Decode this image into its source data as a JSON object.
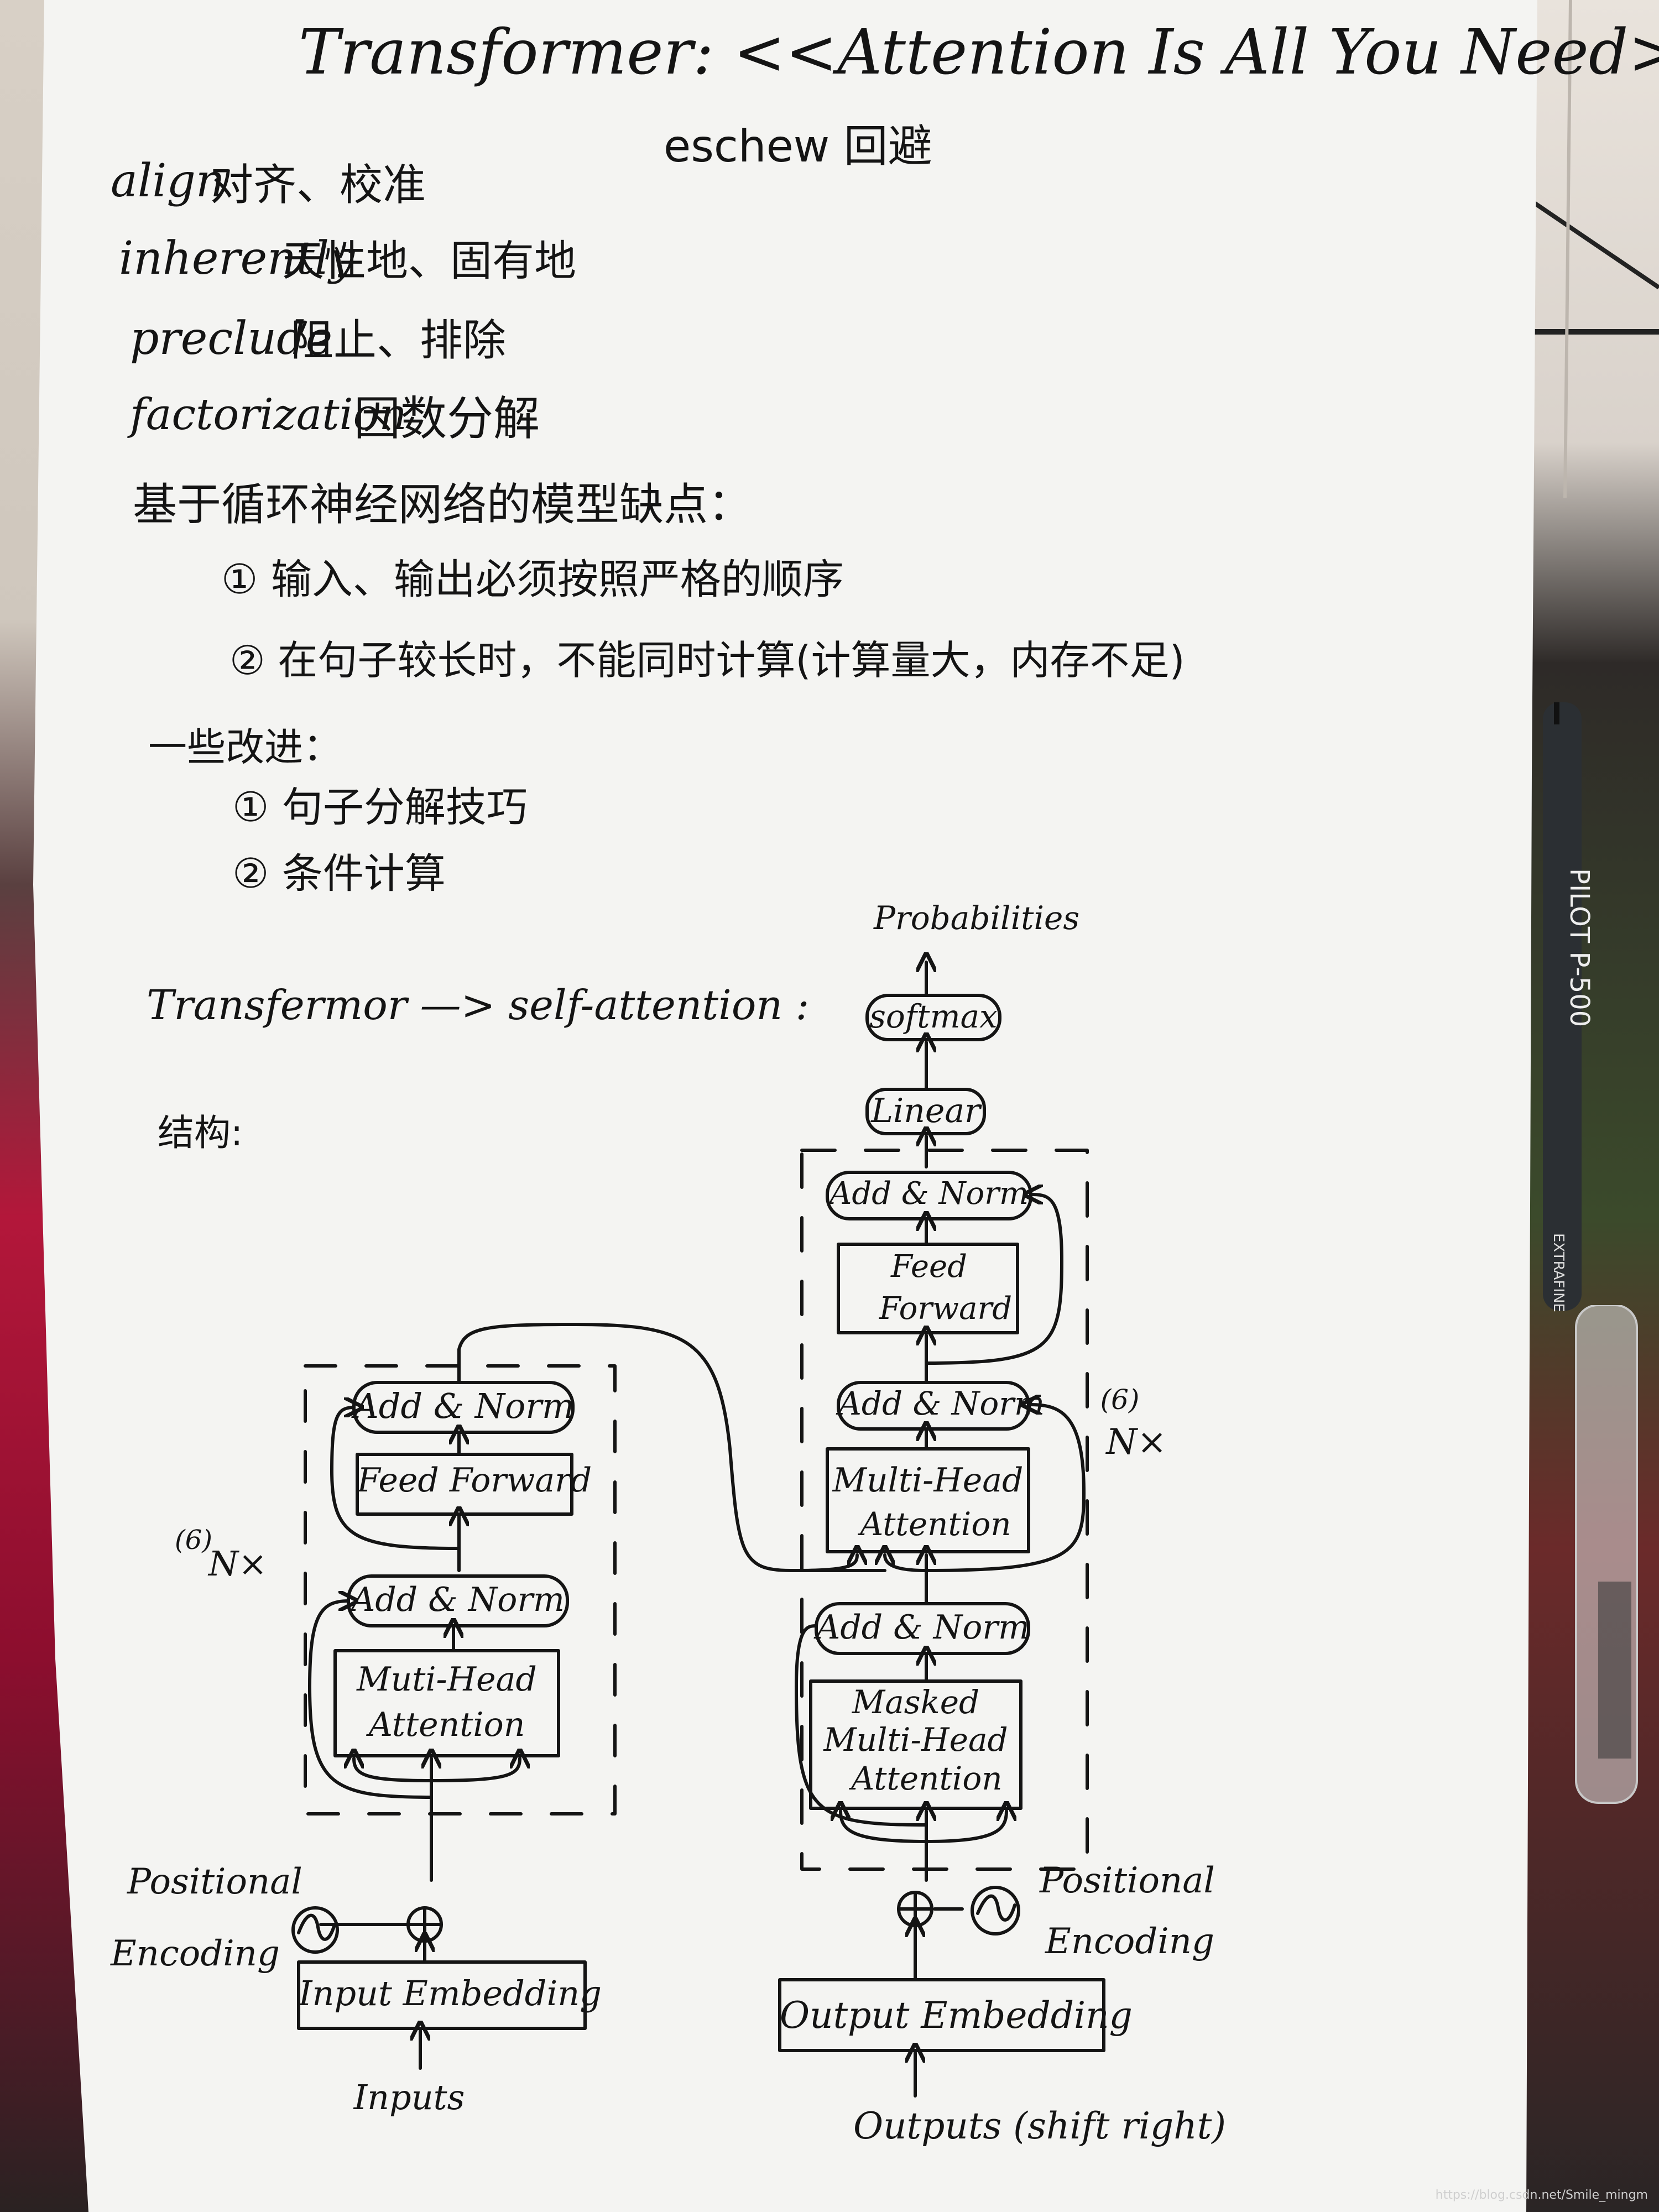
{
  "title": "Transformer: <<Attention Is All You Need>>",
  "eschew": "eschew 回避",
  "vocab": [
    {
      "word": "align",
      "meaning": "对齐、校准"
    },
    {
      "word": "inherently",
      "meaning": "天性地、固有地"
    },
    {
      "word": "preclude",
      "meaning": "阻止、排除"
    },
    {
      "word": "factorization",
      "meaning": "因数分解"
    }
  ],
  "rnn_heading": "基于循环神经网络的模型缺点：",
  "rnn_points": [
    "① 输入、输出必须按照严格的顺序",
    "② 在句子较长时，不能同时计算(计算量大，内存不足)"
  ],
  "improve_heading": "一些改进：",
  "improve_points": [
    "① 句子分解技巧",
    "② 条件计算"
  ],
  "transformer_line": "Transfermor —> self-attention :",
  "structure_label": "结构:",
  "diagram": {
    "probabilities": "Probabilities",
    "softmax": "softmax",
    "linear": "Linear",
    "dec_add_norm_top": "Add & Norm",
    "dec_feed_forward": [
      "Feed",
      "Forward"
    ],
    "dec_add_norm_mid": "Add & Norm",
    "dec_mha": [
      "Multi-Head",
      "Attention"
    ],
    "dec_add_norm_low": "Add & Norm",
    "dec_masked_mha": [
      "Masked",
      "Multi-Head",
      "Attention"
    ],
    "dec_nx_count": "(6)",
    "dec_nx": "N×",
    "enc_add_norm_top": "Add & Norm",
    "enc_feed_forward": "Feed Forward",
    "enc_add_norm_low": "Add & Norm",
    "enc_mha": [
      "Muti-Head",
      "Attention"
    ],
    "enc_nx_count": "(6)",
    "enc_nx": "N×",
    "enc_pos_enc": [
      "Positional",
      "Encoding"
    ],
    "dec_pos_enc": [
      "Positional",
      "Encoding"
    ],
    "input_embedding": "Input Embedding",
    "output_embedding": "Output Embedding",
    "inputs": "Inputs",
    "outputs": "Outputs (shift right)",
    "pen_brand": "PILOT P-500",
    "pen_sub": "EXTRAFINE"
  },
  "watermark": "https://blog.csdn.net/Smile_mingm",
  "colors": {
    "ink": "#141414",
    "paper": "#f4f4f2",
    "rose": "#b3173a"
  }
}
